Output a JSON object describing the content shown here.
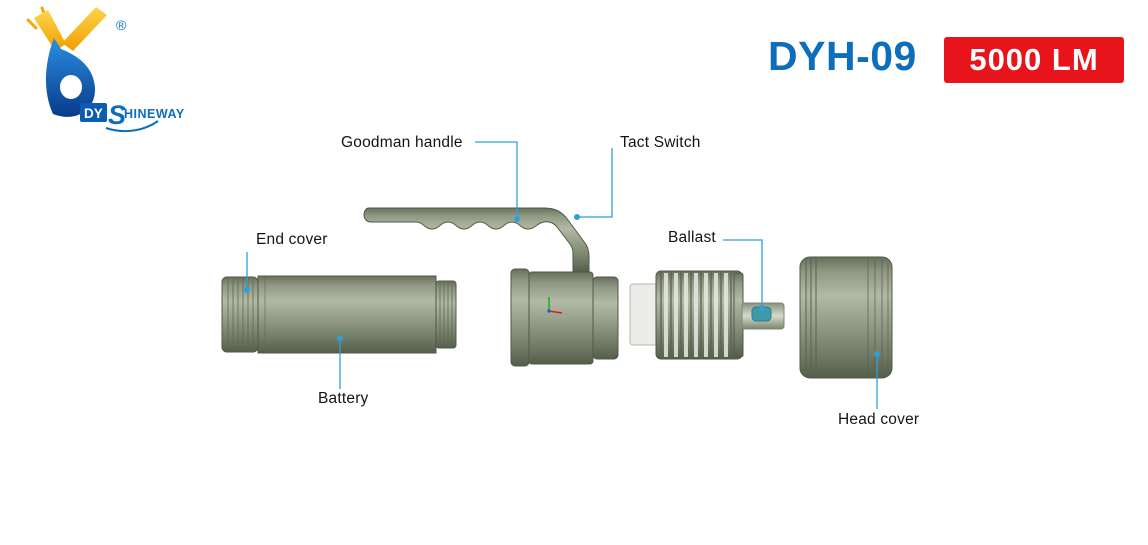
{
  "header": {
    "model": "DYH-09",
    "lumens_badge": "5000 LM",
    "logo": {
      "dy": "DY",
      "s": "S",
      "hineway": "HINEWAY",
      "registered": "®"
    }
  },
  "labels": {
    "goodman_handle": "Goodman handle",
    "tact_switch": "Tact Switch",
    "end_cover": "End cover",
    "battery": "Battery",
    "ballast": "Ballast",
    "head_cover": "Head cover"
  },
  "colors": {
    "accent_blue": "#0d6ebc",
    "badge_red": "#e8141c",
    "leader_blue": "#2f9fd8",
    "body_green": "#939d88"
  }
}
